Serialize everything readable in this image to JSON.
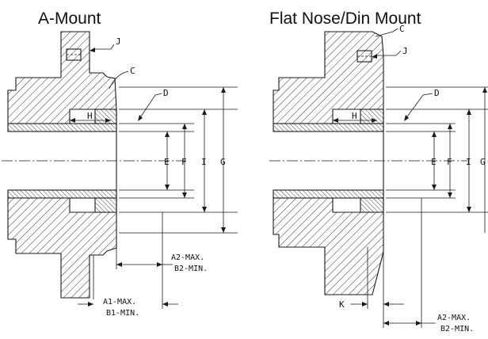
{
  "views": [
    {
      "title": "A-Mount",
      "callouts": {
        "j": "J",
        "c": "C",
        "d": "D",
        "h": "H",
        "e": "E",
        "f": "F",
        "i": "I",
        "g": "G"
      },
      "dims": {
        "a2": "A2-MAX.",
        "b2": "B2-MIN.",
        "a1": "A1-MAX.",
        "b1": "B1-MIN."
      }
    },
    {
      "title": "Flat Nose/Din Mount",
      "callouts": {
        "c": "C",
        "j": "J",
        "d": "D",
        "h": "H",
        "e": "E",
        "f": "F",
        "i": "I",
        "g": "G",
        "k": "K"
      },
      "dims": {
        "a2": "A2-MAX.",
        "b2": "B2-MIN."
      }
    }
  ]
}
